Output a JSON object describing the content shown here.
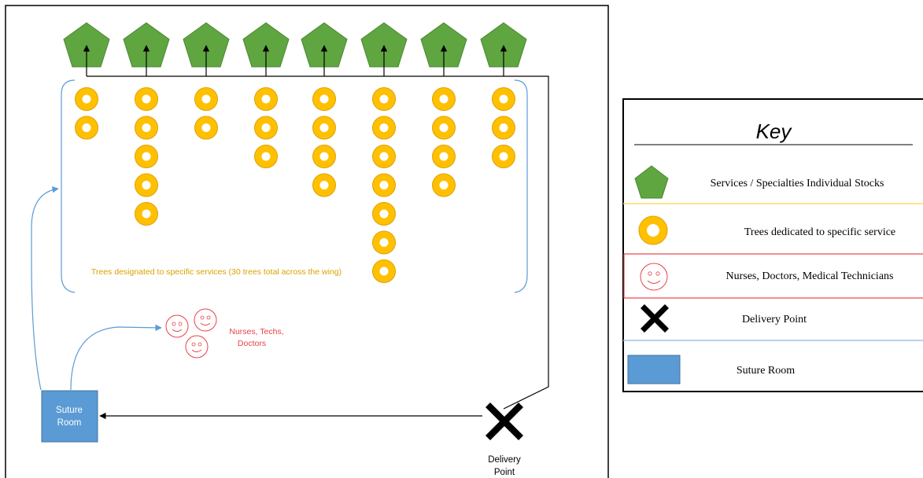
{
  "colors": {
    "pentagon": "#5fa641",
    "pentagon_stroke": "#4a8733",
    "tree_ring": "#ffc000",
    "tree_ring_stroke": "#e0a000",
    "face": "#e8424a",
    "suture": "#5b9bd5",
    "bracket": "#5b9bd5",
    "flow_arrow": "#5b9bd5",
    "tree_text": "#d9a300",
    "staff_text": "#e8424a",
    "key_border_yellow": "#ffd966",
    "key_border_red": "#e8424a",
    "key_border_blue": "#9dc3e6"
  },
  "diagram": {
    "tree_column_counts": [
      2,
      5,
      2,
      3,
      4,
      7,
      4,
      3
    ],
    "trees_caption": "Trees designated to specific services (30 trees total across the wing)",
    "staff_label_lines": [
      "Nurses, Techs,",
      "Doctors"
    ],
    "suture_label_lines": [
      "Suture",
      "Room"
    ],
    "delivery_label_lines": [
      "Delivery",
      "Point"
    ]
  },
  "key": {
    "title": "Key",
    "rows": [
      {
        "icon": "pentagon-icon",
        "label": "Services / Specialties Individual Stocks"
      },
      {
        "icon": "ring-icon",
        "label": "Trees dedicated to specific service"
      },
      {
        "icon": "smiley-icon",
        "label": "Nurses, Doctors, Medical Technicians"
      },
      {
        "icon": "x-mark-icon",
        "label": "Delivery Point"
      },
      {
        "icon": "square-icon",
        "label": "Suture Room"
      }
    ]
  }
}
